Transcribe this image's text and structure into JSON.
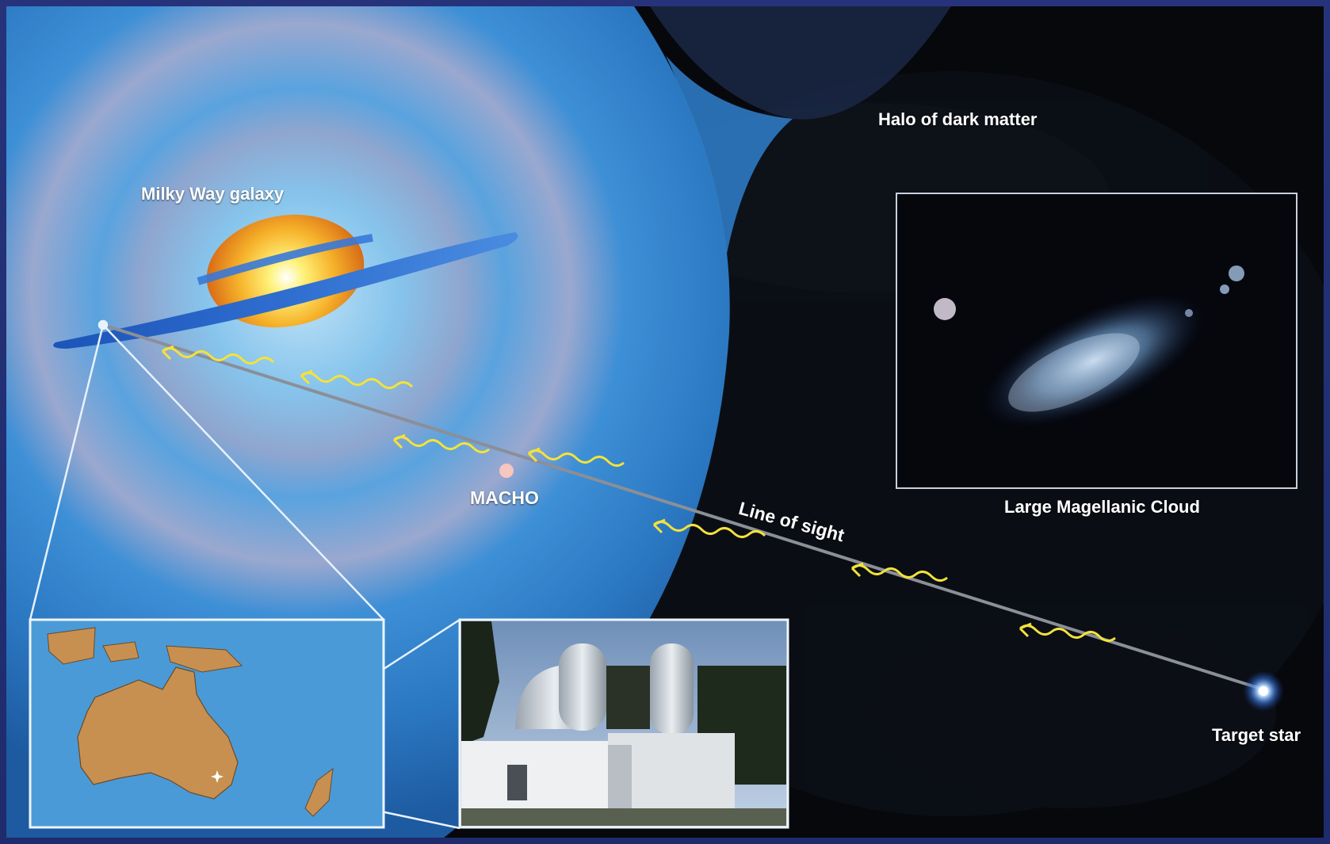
{
  "labels": {
    "milky_way": "Milky Way galaxy",
    "halo": "Halo of dark matter",
    "macho": "MACHO",
    "line_of_sight": "Line of sight",
    "lmc": "Large Magellanic Cloud",
    "target_star": "Target star"
  },
  "colors": {
    "frame_background": "#24327a",
    "halo_blue": "#2f7fc8",
    "space_black": "#07080c",
    "bulge_orange": "#f0a020",
    "light_ray_yellow": "#f4e23a",
    "australia_tan": "#c89050",
    "ocean_blue": "#4a9ad8"
  },
  "icons": {
    "macho_marker": "macho-dot-icon",
    "target_star": "star-glow-icon",
    "light_rays": "wavy-arrow-icon",
    "observatory_marker": "observatory-star-icon"
  }
}
